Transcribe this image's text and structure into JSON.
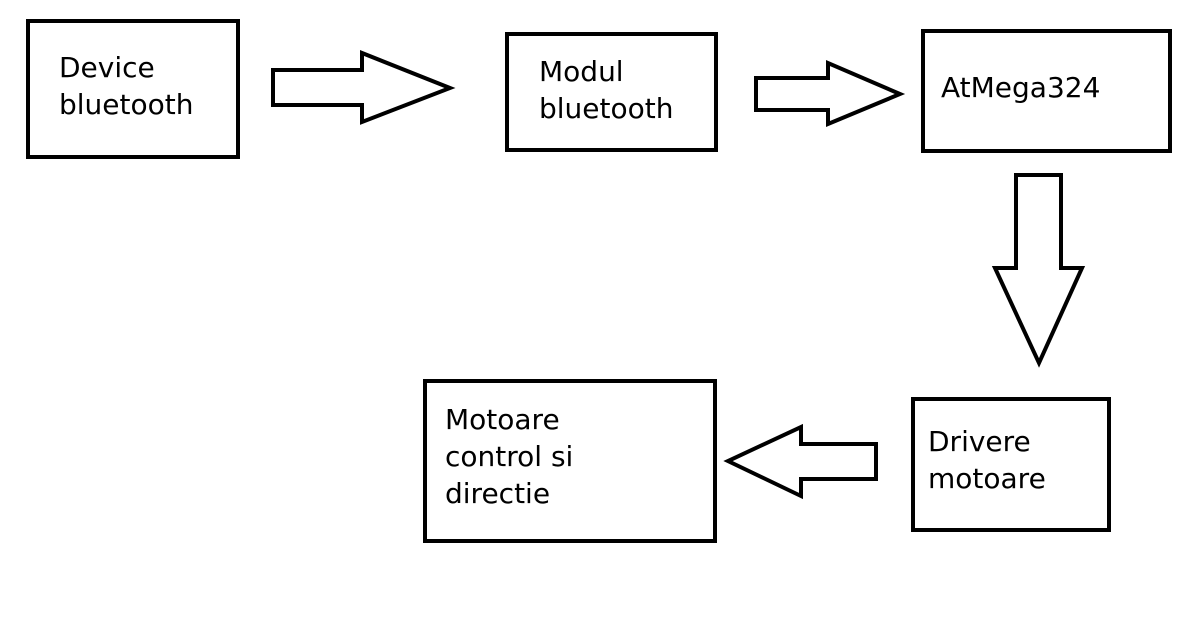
{
  "nodes": {
    "device_bluetooth": {
      "lines": [
        "Device",
        "bluetooth"
      ]
    },
    "modul_bluetooth": {
      "lines": [
        "Modul",
        "bluetooth"
      ]
    },
    "atmega": {
      "lines": [
        "AtMega324"
      ]
    },
    "drivere_motoare": {
      "lines": [
        "Drivere",
        "motoare"
      ]
    },
    "motoare_control": {
      "lines": [
        "Motoare",
        "control si",
        "directie"
      ]
    }
  },
  "colors": {
    "stroke": "#000000",
    "fill": "#ffffff"
  }
}
